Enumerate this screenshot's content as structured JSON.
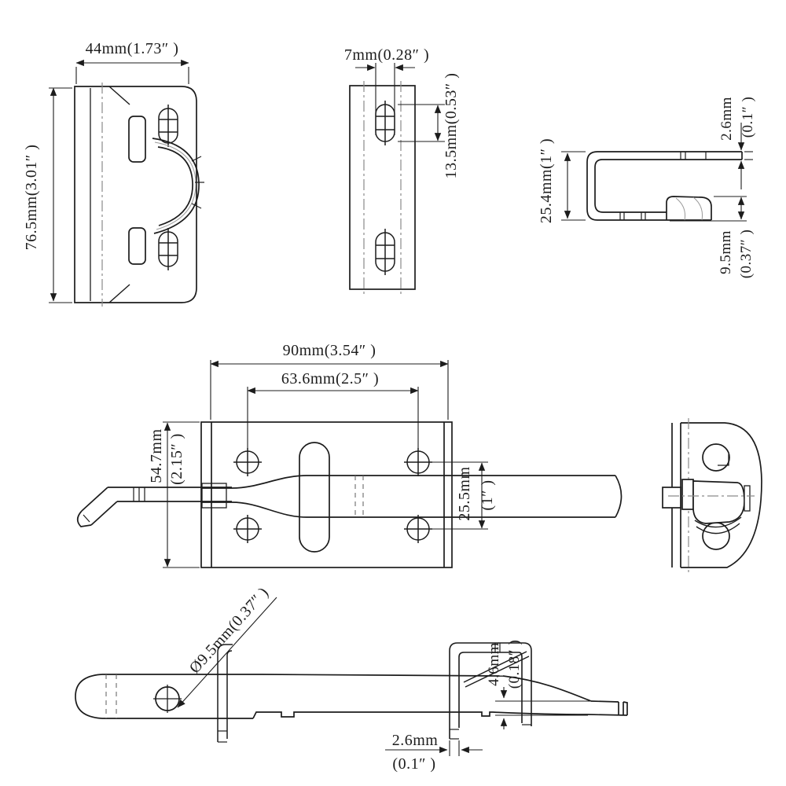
{
  "colors": {
    "background": "#ffffff",
    "line": "#1c1c1c",
    "centerline": "#8a8a8a",
    "shading": "#9a9a9a"
  },
  "views": {
    "keeper_front": {
      "width_label": "44mm(1.73″ )",
      "height_label": "76.5mm(3.01″ )"
    },
    "strike_plate": {
      "slot_width_label": "7mm(0.28″ )",
      "slot_height_label": "13.5mm(0.53″ )"
    },
    "keeper_side": {
      "height_label": "25.4mm(1″ )",
      "plate_thickness_mm": "2.6mm",
      "plate_thickness_in": "(0.1″ )",
      "flange_mm": "9.5mm",
      "flange_in": "(0.37″ )"
    },
    "latch_top": {
      "width_label": "90mm(3.54″ )",
      "hole_spacing_label": "63.6mm(2.5″ )",
      "height_mm": "54.7mm",
      "height_in": "(2.15″ )",
      "hole_spacing_v_mm": "25.5mm",
      "hole_spacing_v_in": "(1″ )"
    },
    "latch_side": {
      "hole_dia_label": "Ø9.5mm(0.37″ )",
      "rod_mm": "4.6mm",
      "rod_in": "(0.18″ )",
      "leg_mm": "2.6mm",
      "leg_in": "(0.1″ )"
    }
  }
}
